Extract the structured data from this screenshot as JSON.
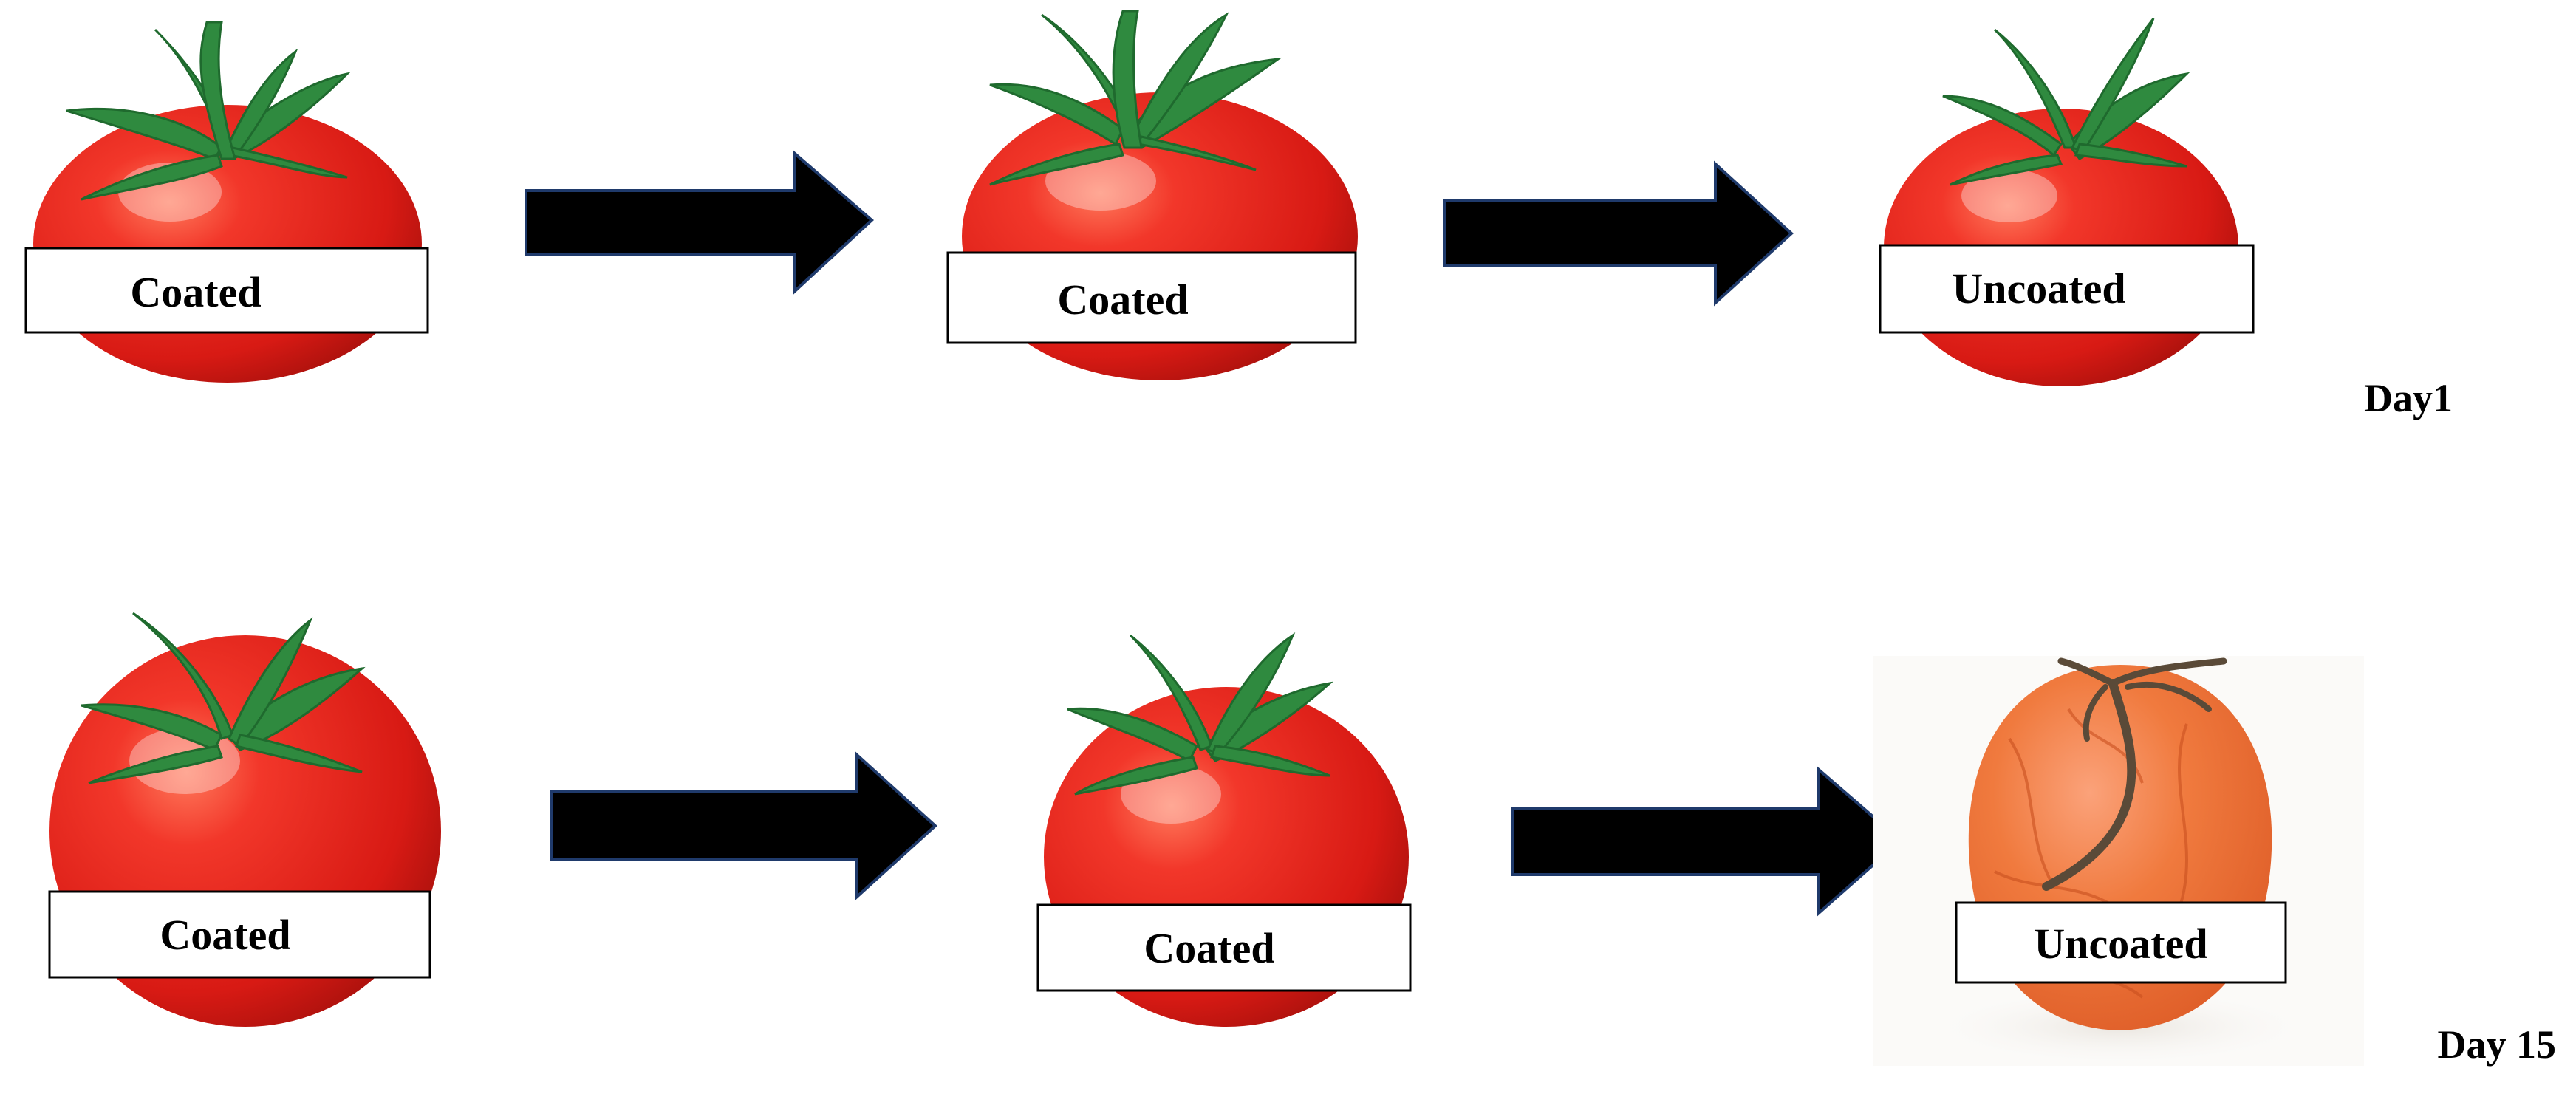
{
  "colors": {
    "background": "#ffffff",
    "tomato_fresh": "#e8231b",
    "tomato_rotten": "#ec6a2c",
    "stem": "#2f8a3f",
    "stem_dry": "#5a4a38",
    "arrow_fill": "#000000",
    "arrow_outline": "#1f3a6b",
    "label_border": "#000000"
  },
  "rows": [
    {
      "day_label": "Day1",
      "stages": [
        {
          "label": "Coated",
          "state": "fresh"
        },
        {
          "label": "Coated",
          "state": "fresh"
        },
        {
          "label": "Uncoated",
          "state": "fresh"
        }
      ]
    },
    {
      "day_label": "Day 15",
      "stages": [
        {
          "label": "Coated",
          "state": "fresh"
        },
        {
          "label": "Coated",
          "state": "fresh"
        },
        {
          "label": "Uncoated",
          "state": "rotten"
        }
      ]
    }
  ]
}
